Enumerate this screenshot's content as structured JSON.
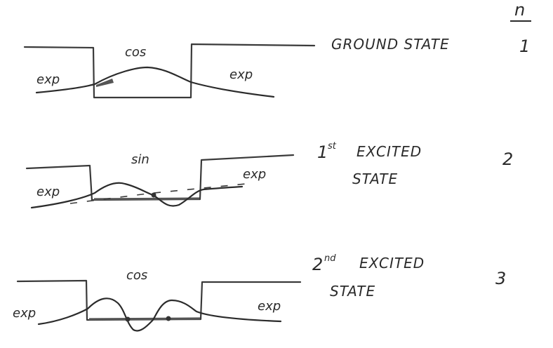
{
  "header": {
    "column_label": "n"
  },
  "states": [
    {
      "name": "GROUND STATE",
      "n": "1",
      "inside_label": "cos",
      "left_label": "exp",
      "right_label": "exp"
    },
    {
      "name_line1": "EXCITED",
      "name_line2": "STATE",
      "ordinal_num": "1",
      "ordinal_sup": "st",
      "n": "2",
      "inside_label": "sin",
      "left_label": "exp",
      "right_label": "exp"
    },
    {
      "name_line1": "EXCITED",
      "name_line2": "STATE",
      "ordinal_num": "2",
      "ordinal_sup": "nd",
      "n": "3",
      "inside_label": "cos",
      "left_label": "exp",
      "right_label": "exp"
    }
  ]
}
